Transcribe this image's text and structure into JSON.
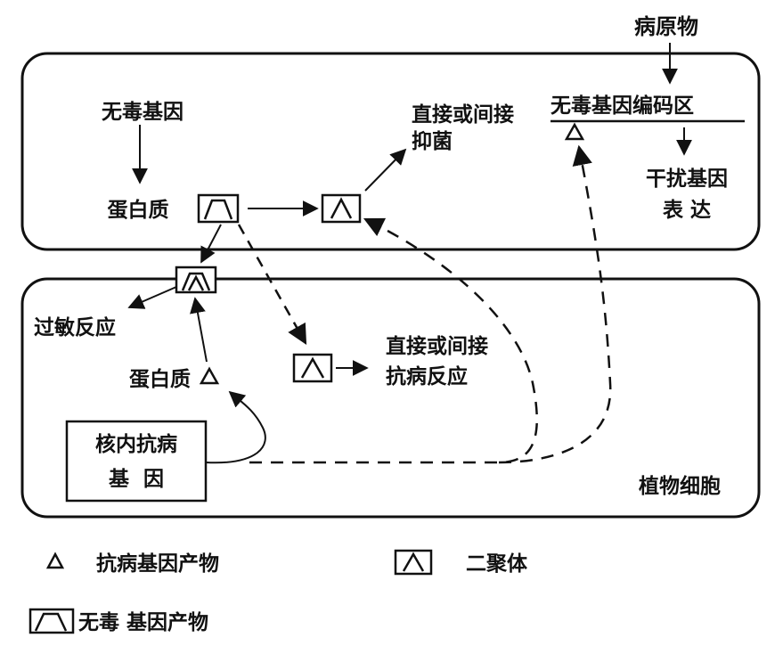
{
  "pathogen": "病原物",
  "upper": {
    "nontoxic_gene": "无毒基因",
    "protein": "蛋白质",
    "direct_indirect_inhibit": [
      "直接或间接",
      "抑菌"
    ],
    "coding_region": "无毒基因编码区",
    "interfering_expression": [
      "干扰基因",
      "表 达"
    ]
  },
  "lower": {
    "allergic_reaction": "过敏反应",
    "protein": "蛋白质",
    "direct_indirect_resistance": [
      "直接或间接",
      "抗病反应"
    ],
    "nuclear_gene": [
      "核内抗病",
      "基  因"
    ],
    "cell_label": "植物细胞"
  },
  "legend": {
    "resistance_product": "抗病基因产物",
    "dimer": "二聚体",
    "nontoxic_product": "无毒 基因产物"
  }
}
